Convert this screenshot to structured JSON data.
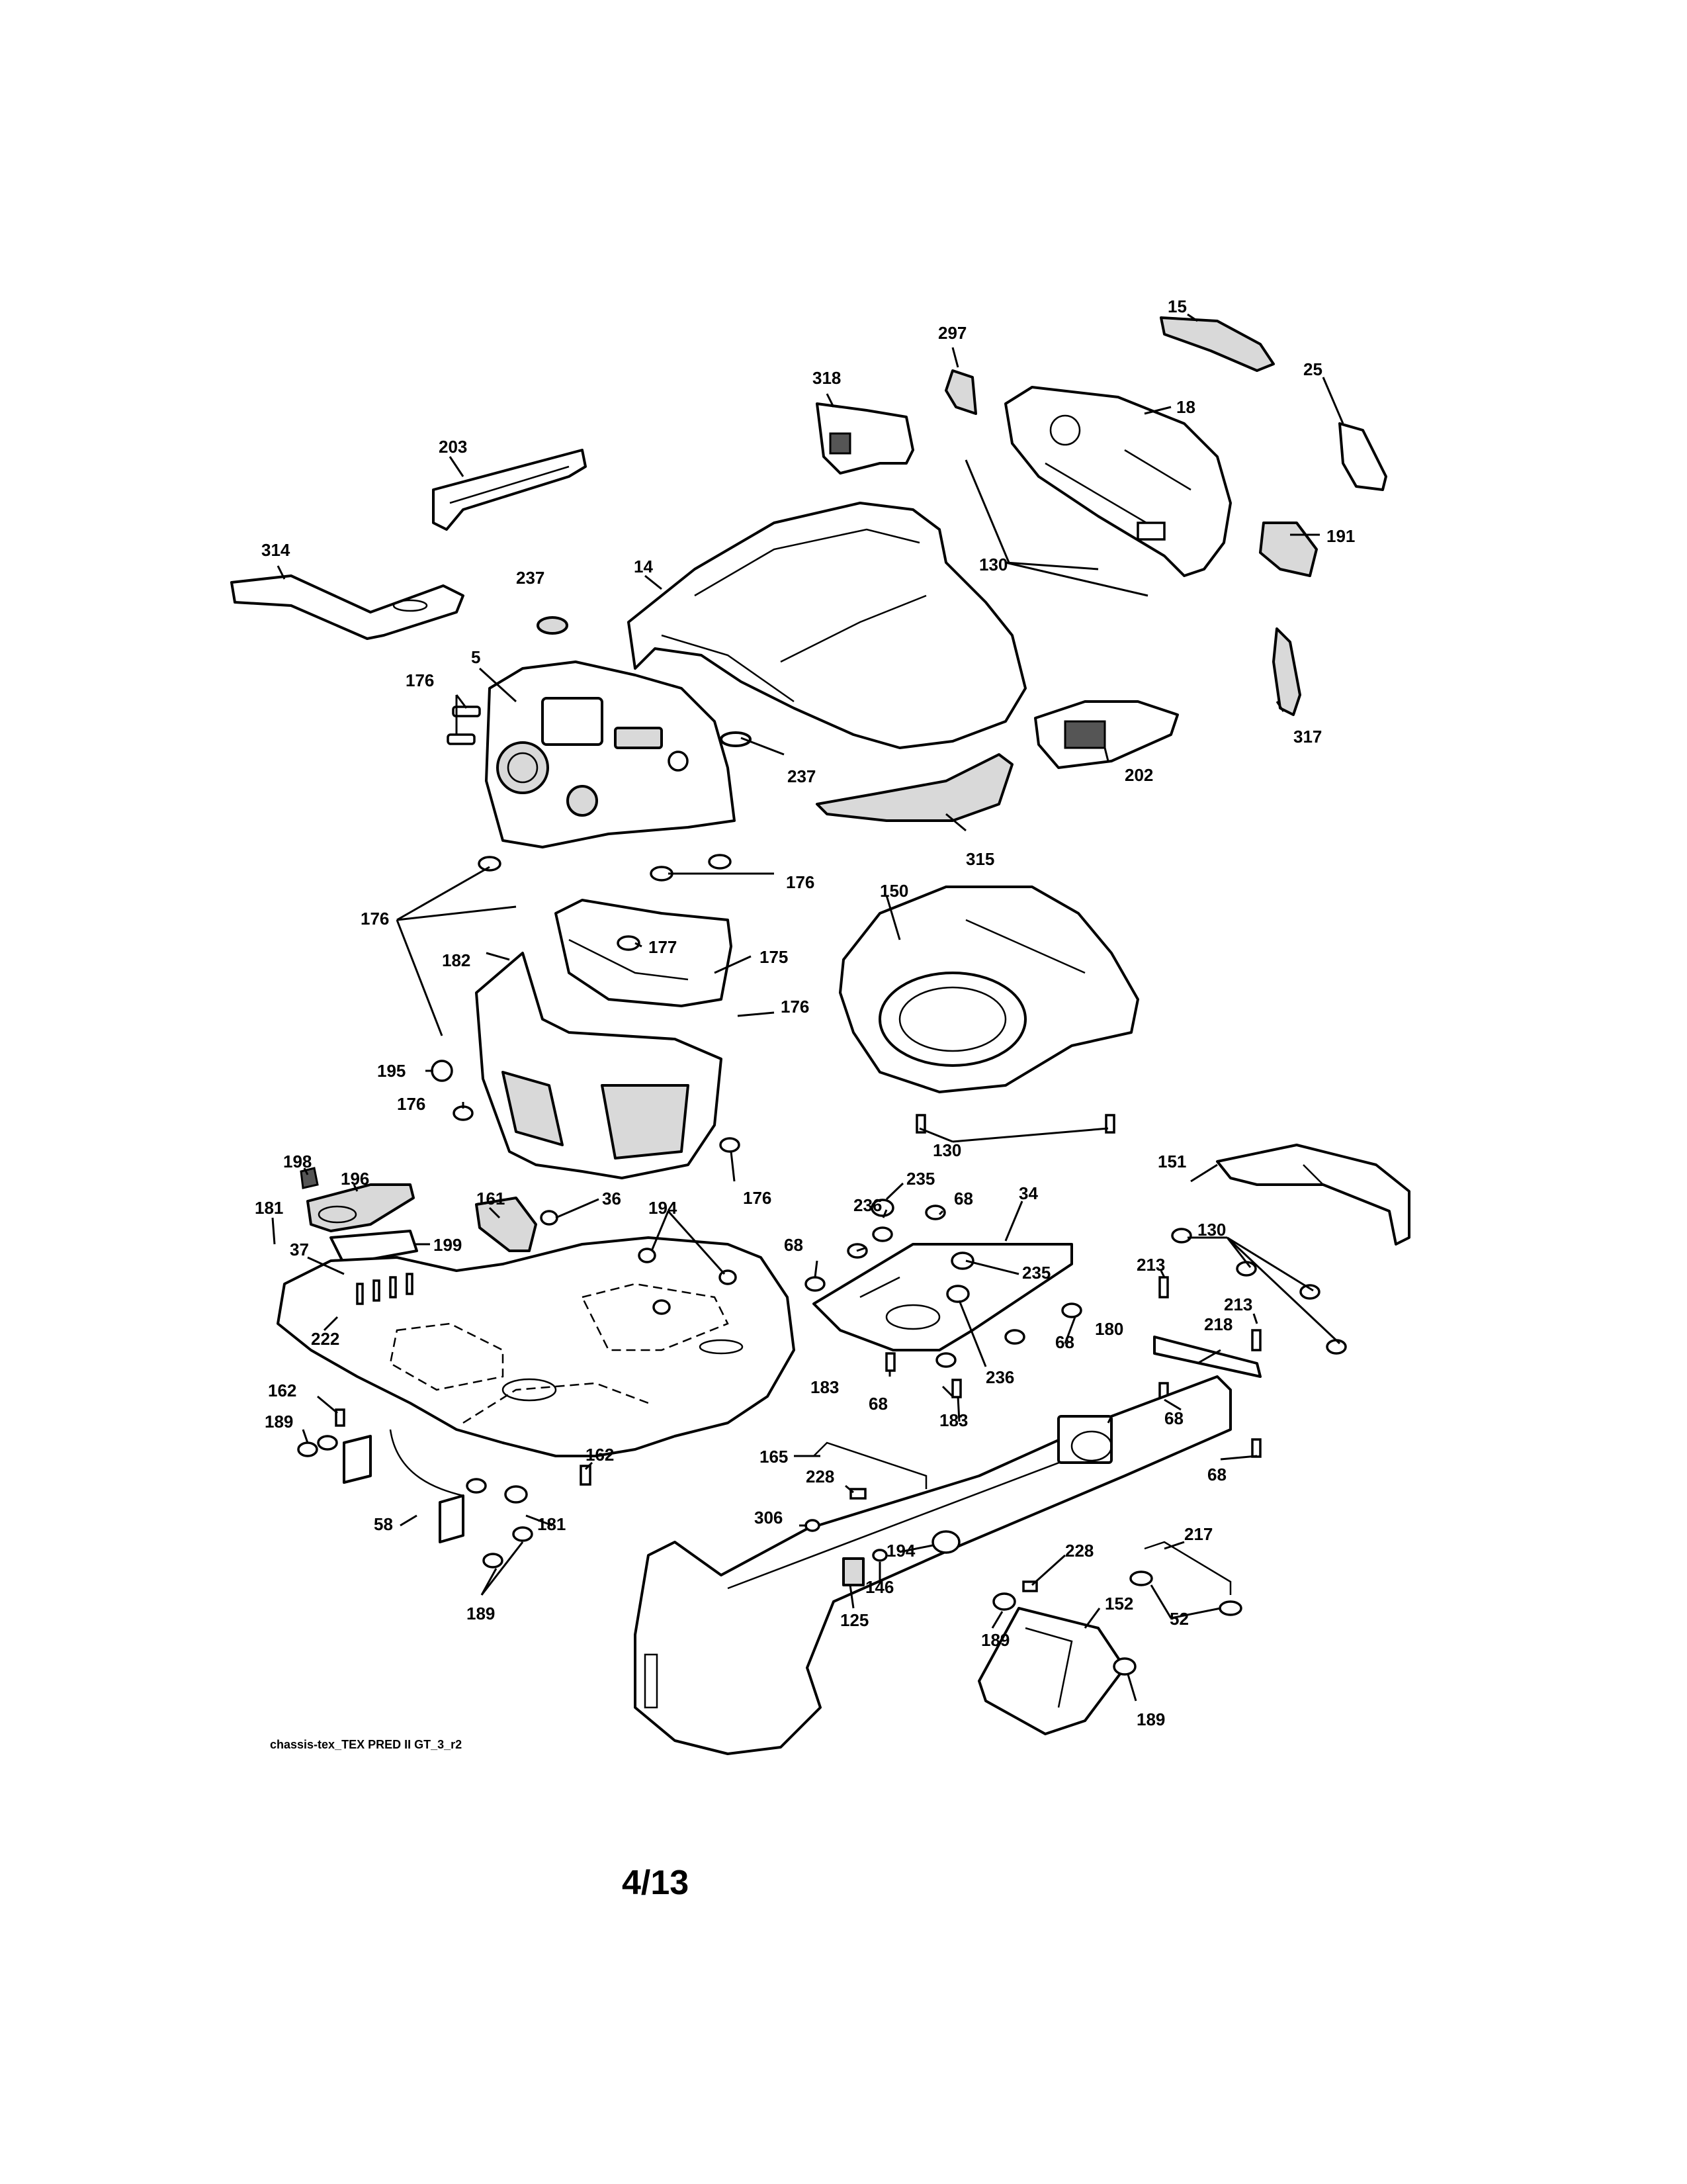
{
  "diagram": {
    "caption": "chassis-tex_TEX PRED II GT_3_r2",
    "page_number": "4/13"
  },
  "callouts": [
    {
      "id": "15",
      "text": "15"
    },
    {
      "id": "297",
      "text": "297"
    },
    {
      "id": "318",
      "text": "318"
    },
    {
      "id": "25",
      "text": "25"
    },
    {
      "id": "18",
      "text": "18"
    },
    {
      "id": "203",
      "text": "203"
    },
    {
      "id": "130a",
      "text": "130"
    },
    {
      "id": "191",
      "text": "191"
    },
    {
      "id": "314",
      "text": "314"
    },
    {
      "id": "14",
      "text": "14"
    },
    {
      "id": "237a",
      "text": "237"
    },
    {
      "id": "176a",
      "text": "176"
    },
    {
      "id": "5",
      "text": "5"
    },
    {
      "id": "317",
      "text": "317"
    },
    {
      "id": "202",
      "text": "202"
    },
    {
      "id": "237b",
      "text": "237"
    },
    {
      "id": "315",
      "text": "315"
    },
    {
      "id": "176b",
      "text": "176"
    },
    {
      "id": "150",
      "text": "150"
    },
    {
      "id": "176c",
      "text": "176"
    },
    {
      "id": "177",
      "text": "177"
    },
    {
      "id": "182",
      "text": "182"
    },
    {
      "id": "175",
      "text": "175"
    },
    {
      "id": "176d",
      "text": "176"
    },
    {
      "id": "195",
      "text": "195"
    },
    {
      "id": "176e",
      "text": "176"
    },
    {
      "id": "130b",
      "text": "130"
    },
    {
      "id": "151",
      "text": "151"
    },
    {
      "id": "198",
      "text": "198"
    },
    {
      "id": "196",
      "text": "196"
    },
    {
      "id": "176f",
      "text": "176"
    },
    {
      "id": "161",
      "text": "161"
    },
    {
      "id": "235a",
      "text": "235"
    },
    {
      "id": "181a",
      "text": "181"
    },
    {
      "id": "36",
      "text": "36"
    },
    {
      "id": "194a",
      "text": "194"
    },
    {
      "id": "236a",
      "text": "236"
    },
    {
      "id": "68a",
      "text": "68"
    },
    {
      "id": "34",
      "text": "34"
    },
    {
      "id": "130c",
      "text": "130"
    },
    {
      "id": "199",
      "text": "199"
    },
    {
      "id": "37",
      "text": "37"
    },
    {
      "id": "68b",
      "text": "68"
    },
    {
      "id": "235b",
      "text": "235"
    },
    {
      "id": "213a",
      "text": "213"
    },
    {
      "id": "213b",
      "text": "213"
    },
    {
      "id": "222",
      "text": "222"
    },
    {
      "id": "68c",
      "text": "68"
    },
    {
      "id": "218",
      "text": "218"
    },
    {
      "id": "180",
      "text": "180"
    },
    {
      "id": "236b",
      "text": "236"
    },
    {
      "id": "183a",
      "text": "183"
    },
    {
      "id": "162a",
      "text": "162"
    },
    {
      "id": "68d",
      "text": "68"
    },
    {
      "id": "68e",
      "text": "68"
    },
    {
      "id": "183b",
      "text": "183"
    },
    {
      "id": "189a",
      "text": "189"
    },
    {
      "id": "165",
      "text": "165"
    },
    {
      "id": "162b",
      "text": "162"
    },
    {
      "id": "68f",
      "text": "68"
    },
    {
      "id": "228a",
      "text": "228"
    },
    {
      "id": "306",
      "text": "306"
    },
    {
      "id": "58",
      "text": "58"
    },
    {
      "id": "181b",
      "text": "181"
    },
    {
      "id": "217",
      "text": "217"
    },
    {
      "id": "194b",
      "text": "194"
    },
    {
      "id": "228b",
      "text": "228"
    },
    {
      "id": "146",
      "text": "146"
    },
    {
      "id": "152",
      "text": "152"
    },
    {
      "id": "52",
      "text": "52"
    },
    {
      "id": "189b",
      "text": "189"
    },
    {
      "id": "125",
      "text": "125"
    },
    {
      "id": "189c",
      "text": "189"
    },
    {
      "id": "189d",
      "text": "189"
    }
  ]
}
